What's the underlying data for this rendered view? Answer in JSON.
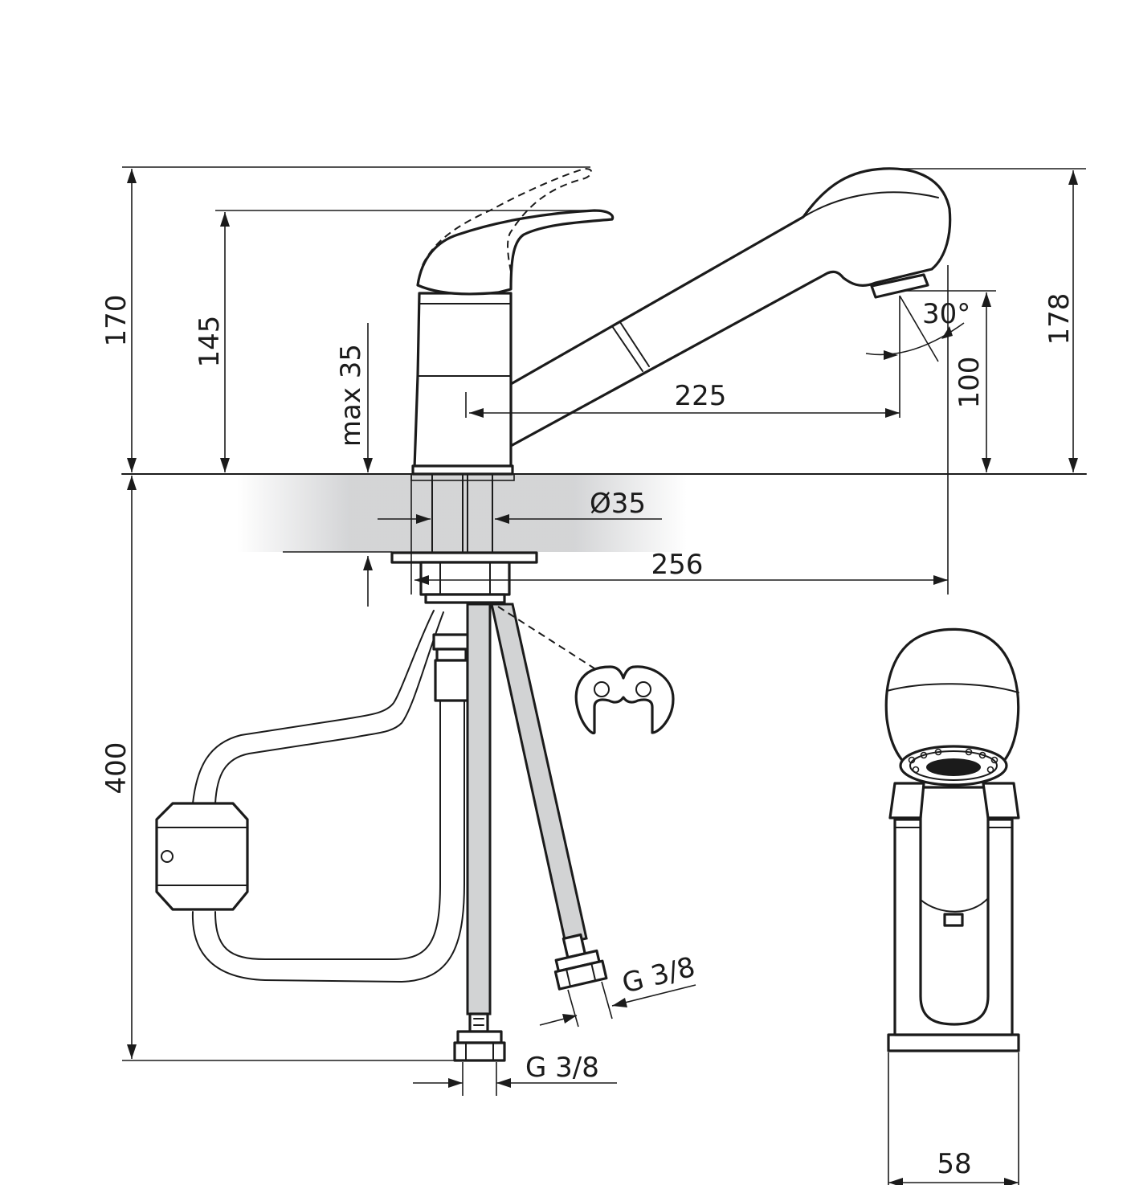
{
  "colors": {
    "line": "#1b1b1b",
    "hose_fill": "#d2d3d4",
    "counter_shade": "#cfd0d2",
    "background": "#ffffff"
  },
  "dimensions": {
    "total_height": "170",
    "lever_height": "145",
    "max_counter_thickness": "max 35",
    "spout_height": "178",
    "outlet_height": "100",
    "spray_angle": "30°",
    "spout_reach": "225",
    "hole_diameter": "Ø35",
    "hose_reach": "256",
    "hose_length": "400",
    "connection_vertical": "G 3/8",
    "connection_angled": "G 3/8",
    "base_width": "58"
  }
}
